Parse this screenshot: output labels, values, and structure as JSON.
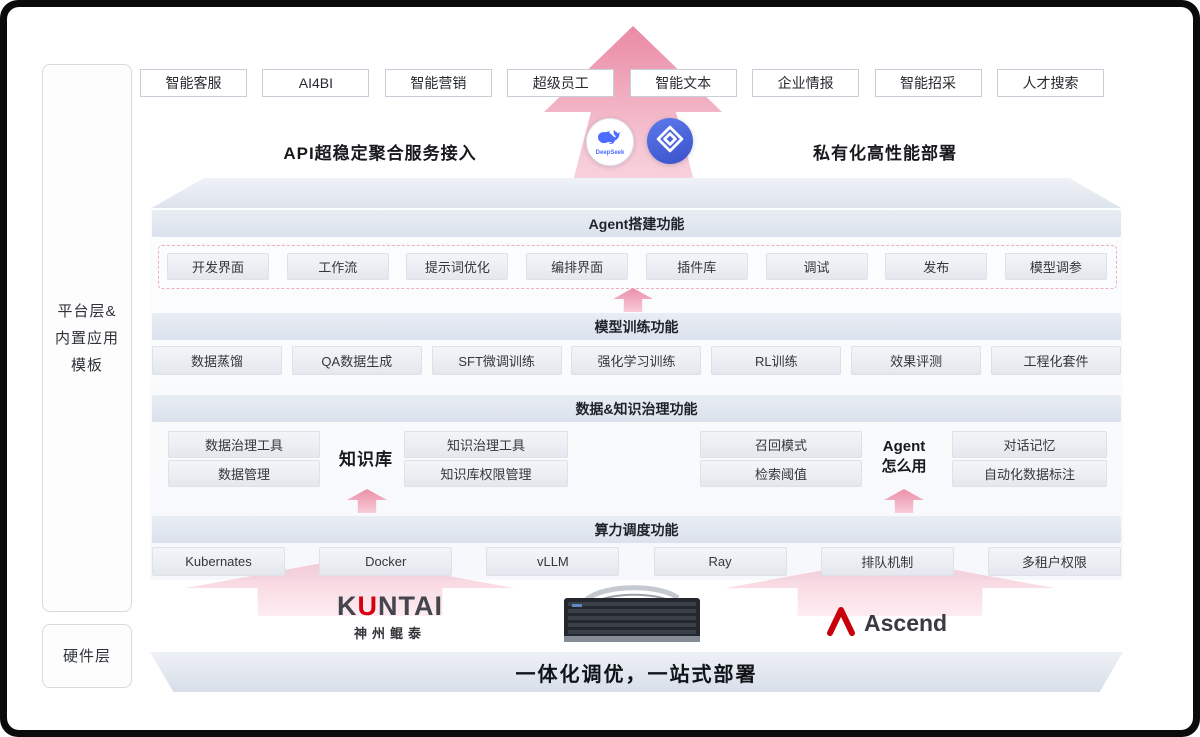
{
  "sidebar": {
    "platform_lines": [
      "平台层&",
      "内置应用",
      "模板"
    ],
    "hardware_label": "硬件层"
  },
  "top_apps": [
    "智能客服",
    "AI4BI",
    "智能营销",
    "超级员工",
    "智能文本",
    "企业情报",
    "智能招采",
    "人才搜索"
  ],
  "access": {
    "left_label": "API超稳定聚合服务接入",
    "right_label": "私有化高性能部署",
    "badge_text": "DeepSeek"
  },
  "agent_section": {
    "title": "Agent搭建功能",
    "items": [
      "开发界面",
      "工作流",
      "提示词优化",
      "编排界面",
      "插件库",
      "调试",
      "发布",
      "模型调参"
    ]
  },
  "training_section": {
    "title": "模型训练功能",
    "items": [
      "数据蒸馏",
      "QA数据生成",
      "SFT微调训练",
      "强化学习训练",
      "RL训练",
      "效果评测",
      "工程化套件"
    ]
  },
  "data_section": {
    "title": "数据&知识治理功能",
    "knowledge": {
      "left_items": [
        "数据治理工具",
        "数据管理"
      ],
      "label": "知识库",
      "right_items": [
        "知识治理工具",
        "知识库权限管理"
      ]
    },
    "agent_usage": {
      "left_items": [
        "召回模式",
        "检索阈值"
      ],
      "label_lines": [
        "Agent",
        "怎么用"
      ],
      "right_items": [
        "对话记忆",
        "自动化数据标注"
      ]
    }
  },
  "compute_section": {
    "title": "算力调度功能",
    "items": [
      "Kubernates",
      "Docker",
      "vLLM",
      "Ray",
      "排队机制",
      "多租户权限"
    ]
  },
  "hardware": {
    "kuntai_parts": [
      "K",
      "U",
      "NTAI"
    ],
    "kuntai_sub": "神州鲲泰",
    "ascend_text": "Ascend",
    "banner": "一体化调优，一站式部署"
  },
  "colors": {
    "accent_pink": "#ee9cb2",
    "deepseek_blue": "#4d6bfe",
    "ascend_red": "#c7000b"
  }
}
